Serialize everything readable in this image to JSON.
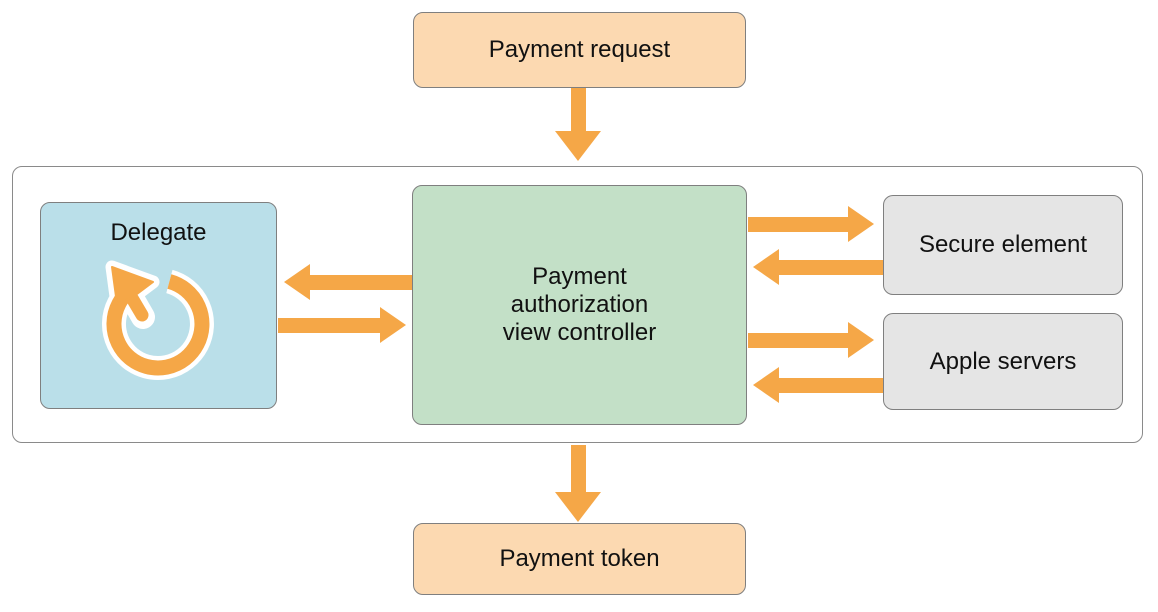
{
  "diagram": {
    "type": "flow-diagram",
    "topic": "Apple Pay payment authorization flow",
    "nodes": {
      "payment_request": {
        "label": "Payment request",
        "fill": "#fcd9b1"
      },
      "delegate": {
        "label": "Delegate",
        "fill": "#badfe9",
        "icon": "circular-arrow-loop-icon"
      },
      "payment_authorization_view_controller": {
        "label": "Payment authorization view controller",
        "lines": [
          "Payment",
          "authorization",
          "view controller"
        ],
        "fill": "#c3e0c7"
      },
      "secure_element": {
        "label": "Secure element",
        "fill": "#e5e5e5"
      },
      "apple_servers": {
        "label": "Apple servers",
        "fill": "#e5e5e5"
      },
      "payment_token": {
        "label": "Payment token",
        "fill": "#fcd9b1"
      }
    },
    "container": {
      "fill": "#ffffff",
      "border": "#8a8a8a",
      "contains": [
        "delegate",
        "payment_authorization_view_controller",
        "secure_element",
        "apple_servers"
      ]
    },
    "edges": [
      {
        "from": "payment_request",
        "to": "payment_authorization_view_controller",
        "direction": "down"
      },
      {
        "from": "payment_authorization_view_controller",
        "to": "delegate",
        "direction": "left"
      },
      {
        "from": "delegate",
        "to": "payment_authorization_view_controller",
        "direction": "right"
      },
      {
        "from": "payment_authorization_view_controller",
        "to": "secure_element",
        "direction": "right"
      },
      {
        "from": "secure_element",
        "to": "payment_authorization_view_controller",
        "direction": "left"
      },
      {
        "from": "payment_authorization_view_controller",
        "to": "apple_servers",
        "direction": "right"
      },
      {
        "from": "apple_servers",
        "to": "payment_authorization_view_controller",
        "direction": "left"
      },
      {
        "from": "payment_authorization_view_controller",
        "to": "payment_token",
        "direction": "down"
      }
    ],
    "colors": {
      "arrow_orange": "#f5a747",
      "box_border_gray": "#7f7f7f",
      "text": "#111111",
      "background": "#ffffff"
    }
  }
}
